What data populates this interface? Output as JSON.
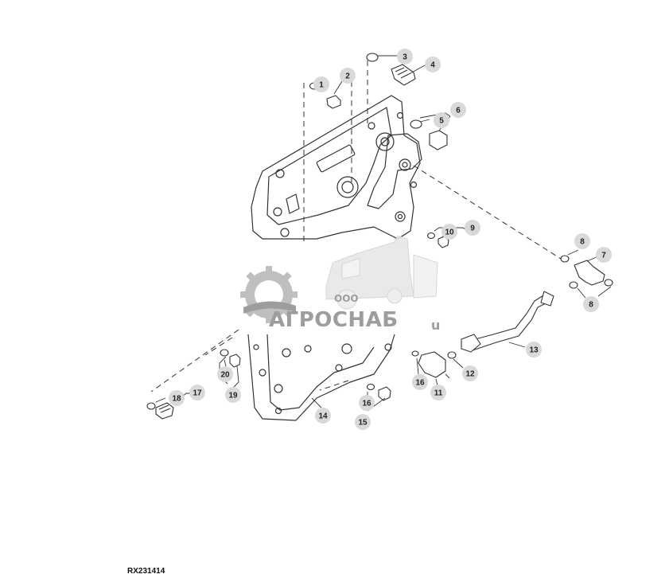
{
  "figure": {
    "id_label": "RX231414"
  },
  "watermark": {
    "line1": "ООО",
    "line2": "АГРОСНАБ",
    "suffix": "u"
  },
  "callouts": [
    {
      "key": "c1",
      "label": "1"
    },
    {
      "key": "c2",
      "label": "2"
    },
    {
      "key": "c3",
      "label": "3"
    },
    {
      "key": "c4",
      "label": "4"
    },
    {
      "key": "c5",
      "label": "5"
    },
    {
      "key": "c6",
      "label": "6"
    },
    {
      "key": "c7",
      "label": "7"
    },
    {
      "key": "c8a",
      "label": "8"
    },
    {
      "key": "c8b",
      "label": "8"
    },
    {
      "key": "c9",
      "label": "9"
    },
    {
      "key": "c10",
      "label": "10"
    },
    {
      "key": "c11",
      "label": "11"
    },
    {
      "key": "c12",
      "label": "12"
    },
    {
      "key": "c13",
      "label": "13"
    },
    {
      "key": "c14",
      "label": "14"
    },
    {
      "key": "c15",
      "label": "15"
    },
    {
      "key": "c16a",
      "label": "16"
    },
    {
      "key": "c16b",
      "label": "16"
    },
    {
      "key": "c17",
      "label": "17"
    },
    {
      "key": "c18",
      "label": "18"
    },
    {
      "key": "c19",
      "label": "19"
    },
    {
      "key": "c20",
      "label": "20"
    }
  ],
  "colors": {
    "line": "#333333",
    "callout_fill": "#d9d9d9",
    "watermark_gray": "#b5b5b5",
    "watermark_dark": "#8c8c8c"
  }
}
